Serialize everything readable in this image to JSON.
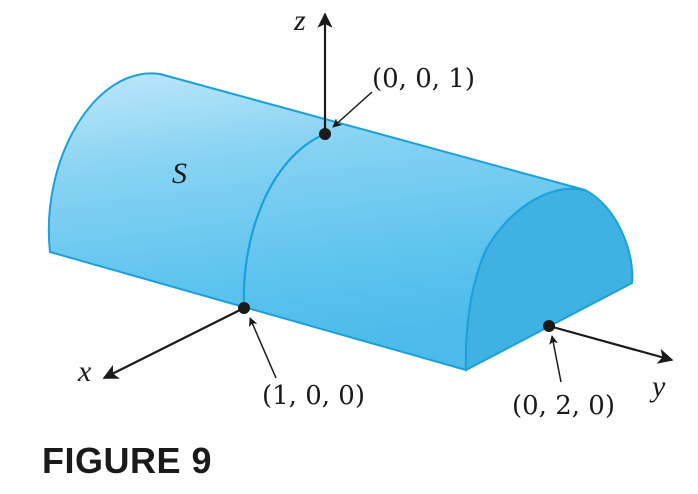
{
  "figure": {
    "caption": "FIGURE 9",
    "surface_label": "S",
    "axes": {
      "x": "x",
      "y": "y",
      "z": "z"
    },
    "points": [
      {
        "id": "top",
        "label": "(0, 0, 1)"
      },
      {
        "id": "x-intercept",
        "label": "(1, 0, 0)"
      },
      {
        "id": "y-end",
        "label": "(0, 2, 0)"
      }
    ],
    "colors": {
      "surface_light": "#9fdaf5",
      "surface_mid": "#5cc3ee",
      "surface_dark": "#3ab0e2",
      "end_face": "#3fb2e3",
      "edge": "#1aa0da",
      "ink": "#1a1a1a"
    }
  }
}
